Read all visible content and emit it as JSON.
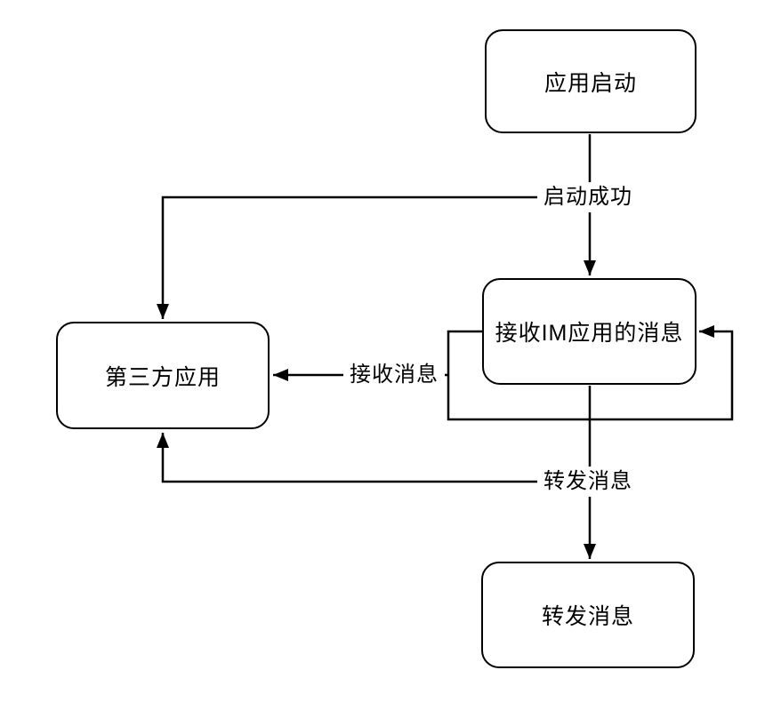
{
  "diagram": {
    "background_color": "#ffffff",
    "stroke_color": "#000000",
    "nodes": [
      {
        "id": "app-start",
        "label": "应用启动"
      },
      {
        "id": "receive-im-message",
        "label": "接收IM应用的消息"
      },
      {
        "id": "third-party-app",
        "label": "第三方应用"
      },
      {
        "id": "forward-message",
        "label": "转发消息"
      }
    ],
    "edges": [
      {
        "from": "app-start",
        "to": "receive-im-message",
        "label": "启动成功"
      },
      {
        "from": "app-start",
        "to": "third-party-app",
        "label": ""
      },
      {
        "from": "receive-im-message",
        "to": "third-party-app",
        "label": "接收消息"
      },
      {
        "from": "receive-im-message",
        "to": "receive-im-message",
        "label": ""
      },
      {
        "from": "receive-im-message",
        "to": "forward-message",
        "label": "转发消息"
      },
      {
        "from": "receive-im-message",
        "to": "third-party-app",
        "label": ""
      }
    ]
  }
}
